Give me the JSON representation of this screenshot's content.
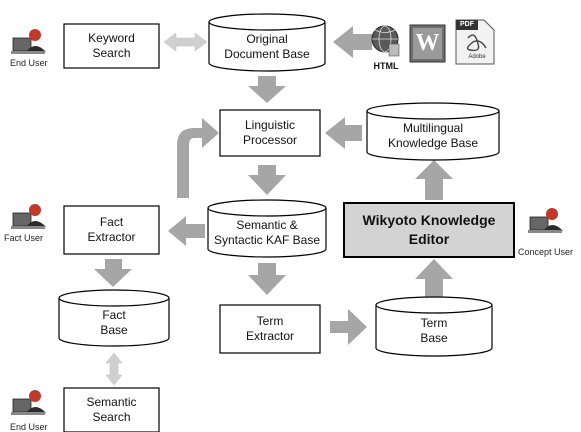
{
  "diagram": {
    "nodes": {
      "keyword_search": "Keyword\nSearch",
      "original_document_base": "Original\nDocument Base",
      "linguistic_processor": "Linguistic\nProcessor",
      "multilingual_knowledge_base": "Multilingual\nKnowledge Base",
      "semantic_kaf_base": "Semantic &\nSyntactic KAF Base",
      "wikyoto_editor": "Wikyoto Knowledge\nEditor",
      "fact_extractor": "Fact\nExtractor",
      "fact_base": "Fact\nBase",
      "term_extractor": "Term\nExtractor",
      "term_base": "Term\nBase",
      "semantic_search": "Semantic\nSearch"
    },
    "actors": {
      "end_user_top": "End User",
      "fact_user": "Fact User",
      "concept_user": "Concept User",
      "end_user_bottom": "End User"
    },
    "doc_icons": {
      "html_label": "HTML",
      "word_glyph": "W",
      "pdf_label": "PDF",
      "adobe_label": "Adobe"
    }
  },
  "colors": {
    "arrow": "#a6a6a6",
    "editor_fill": "#d3d3d3",
    "stroke": "#000000"
  }
}
